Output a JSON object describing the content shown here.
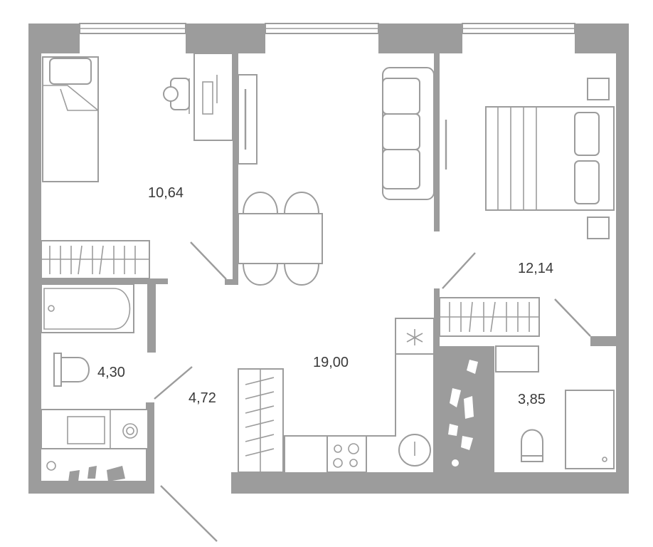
{
  "rooms": [
    {
      "id": "bedroom-small",
      "area": "10,64"
    },
    {
      "id": "bedroom-large",
      "area": "12,14"
    },
    {
      "id": "living-kitchen",
      "area": "19,00"
    },
    {
      "id": "bathroom",
      "area": "4,30"
    },
    {
      "id": "hallway",
      "area": "4,72"
    },
    {
      "id": "wc",
      "area": "3,85"
    }
  ],
  "colors": {
    "wall": "#9c9c9c",
    "text": "#3a3a3a",
    "background": "#ffffff"
  },
  "icons": [
    "snowflake-icon",
    "washer-spiral-icon",
    "stove-burners-icon",
    "sink-icon",
    "toilet-icon",
    "bathtub-icon",
    "bed-icon",
    "sofa-icon",
    "chair-icon"
  ]
}
